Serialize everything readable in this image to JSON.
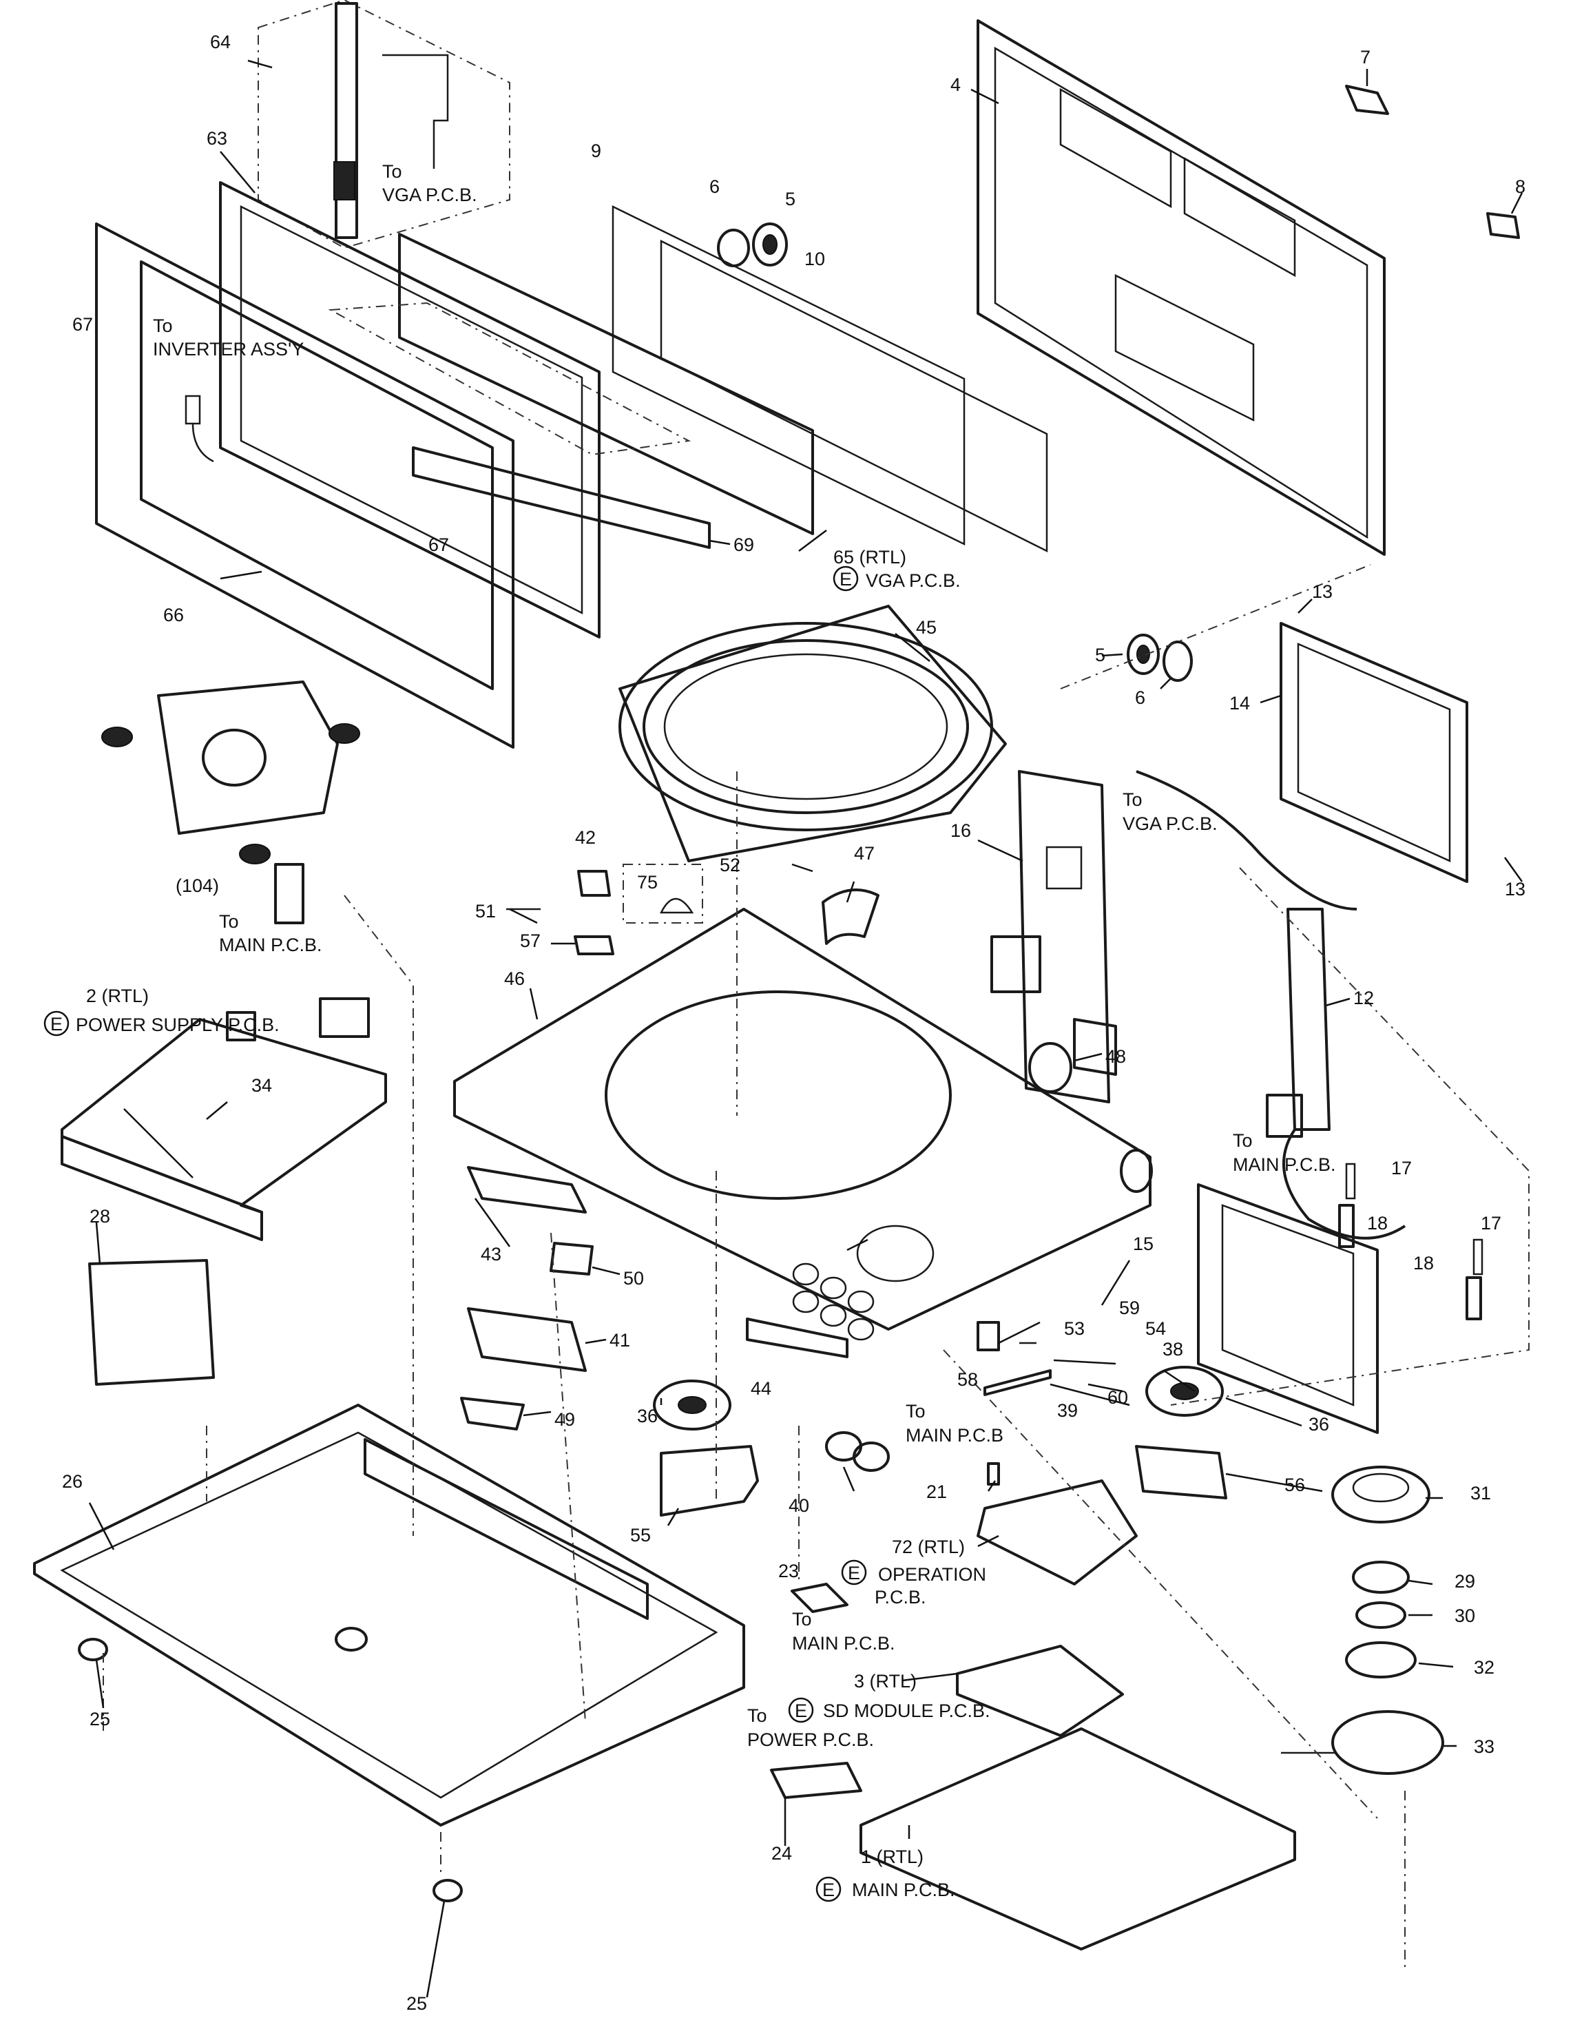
{
  "callouts": {
    "n64": "64",
    "n63": "63",
    "n67a": "67",
    "n67b": "67",
    "n66": "66",
    "n9": "9",
    "n6a": "6",
    "n5a": "5",
    "n10": "10",
    "n69": "69",
    "n65": "65 (RTL)",
    "n65sub": "VGA P.C.B.",
    "n4": "4",
    "n7": "7",
    "n8": "8",
    "n13a": "13",
    "n13b": "13",
    "n5b": "5",
    "n6b": "6",
    "n14": "14",
    "n45": "45",
    "n104": "(104)",
    "n2": "2 (RTL)",
    "n2sub": "POWER SUPPLY P.C.B.",
    "n34": "34",
    "n28": "28",
    "n42": "42",
    "n75": "75",
    "n52": "52",
    "n47": "47",
    "n16": "16",
    "n51": "51",
    "n57": "57",
    "n46": "46",
    "n12": "12",
    "n48": "48",
    "n43": "43",
    "n50": "50",
    "n41": "41",
    "n49": "49",
    "n17a": "17",
    "n18a": "18",
    "n17b": "17",
    "n18b": "18",
    "n15": "15",
    "n59": "59",
    "n53": "53",
    "n54": "54",
    "n38": "38",
    "n44": "44",
    "n58": "58",
    "n60": "60",
    "n39": "39",
    "n36a": "36",
    "n36b": "36",
    "n40": "40",
    "n55": "55",
    "n56": "56",
    "n21": "21",
    "n26": "26",
    "n31": "31",
    "n29": "29",
    "n30": "30",
    "n32": "32",
    "n33": "33",
    "n72": "72 (RTL)",
    "n72sub1": "OPERATION",
    "n72sub2": "P.C.B.",
    "n23": "23",
    "n3": "3 (RTL)",
    "n3sub": "SD MODULE P.C.B.",
    "n25a": "25",
    "n25b": "25",
    "n24": "24",
    "n1": "1 (RTL)",
    "n1sub": "MAIN P.C.B.",
    "e_symbol": "E"
  },
  "connections": {
    "to": "To",
    "vga1": "VGA P.C.B.",
    "inverter": "INVERTER ASS'Y",
    "vga2": "VGA P.C.B.",
    "main1": "MAIN P.C.B.",
    "main2": "MAIN P.C.B.",
    "main3": "MAIN P.C.B",
    "main4": "MAIN P.C.B.",
    "power": "POWER P.C.B."
  }
}
